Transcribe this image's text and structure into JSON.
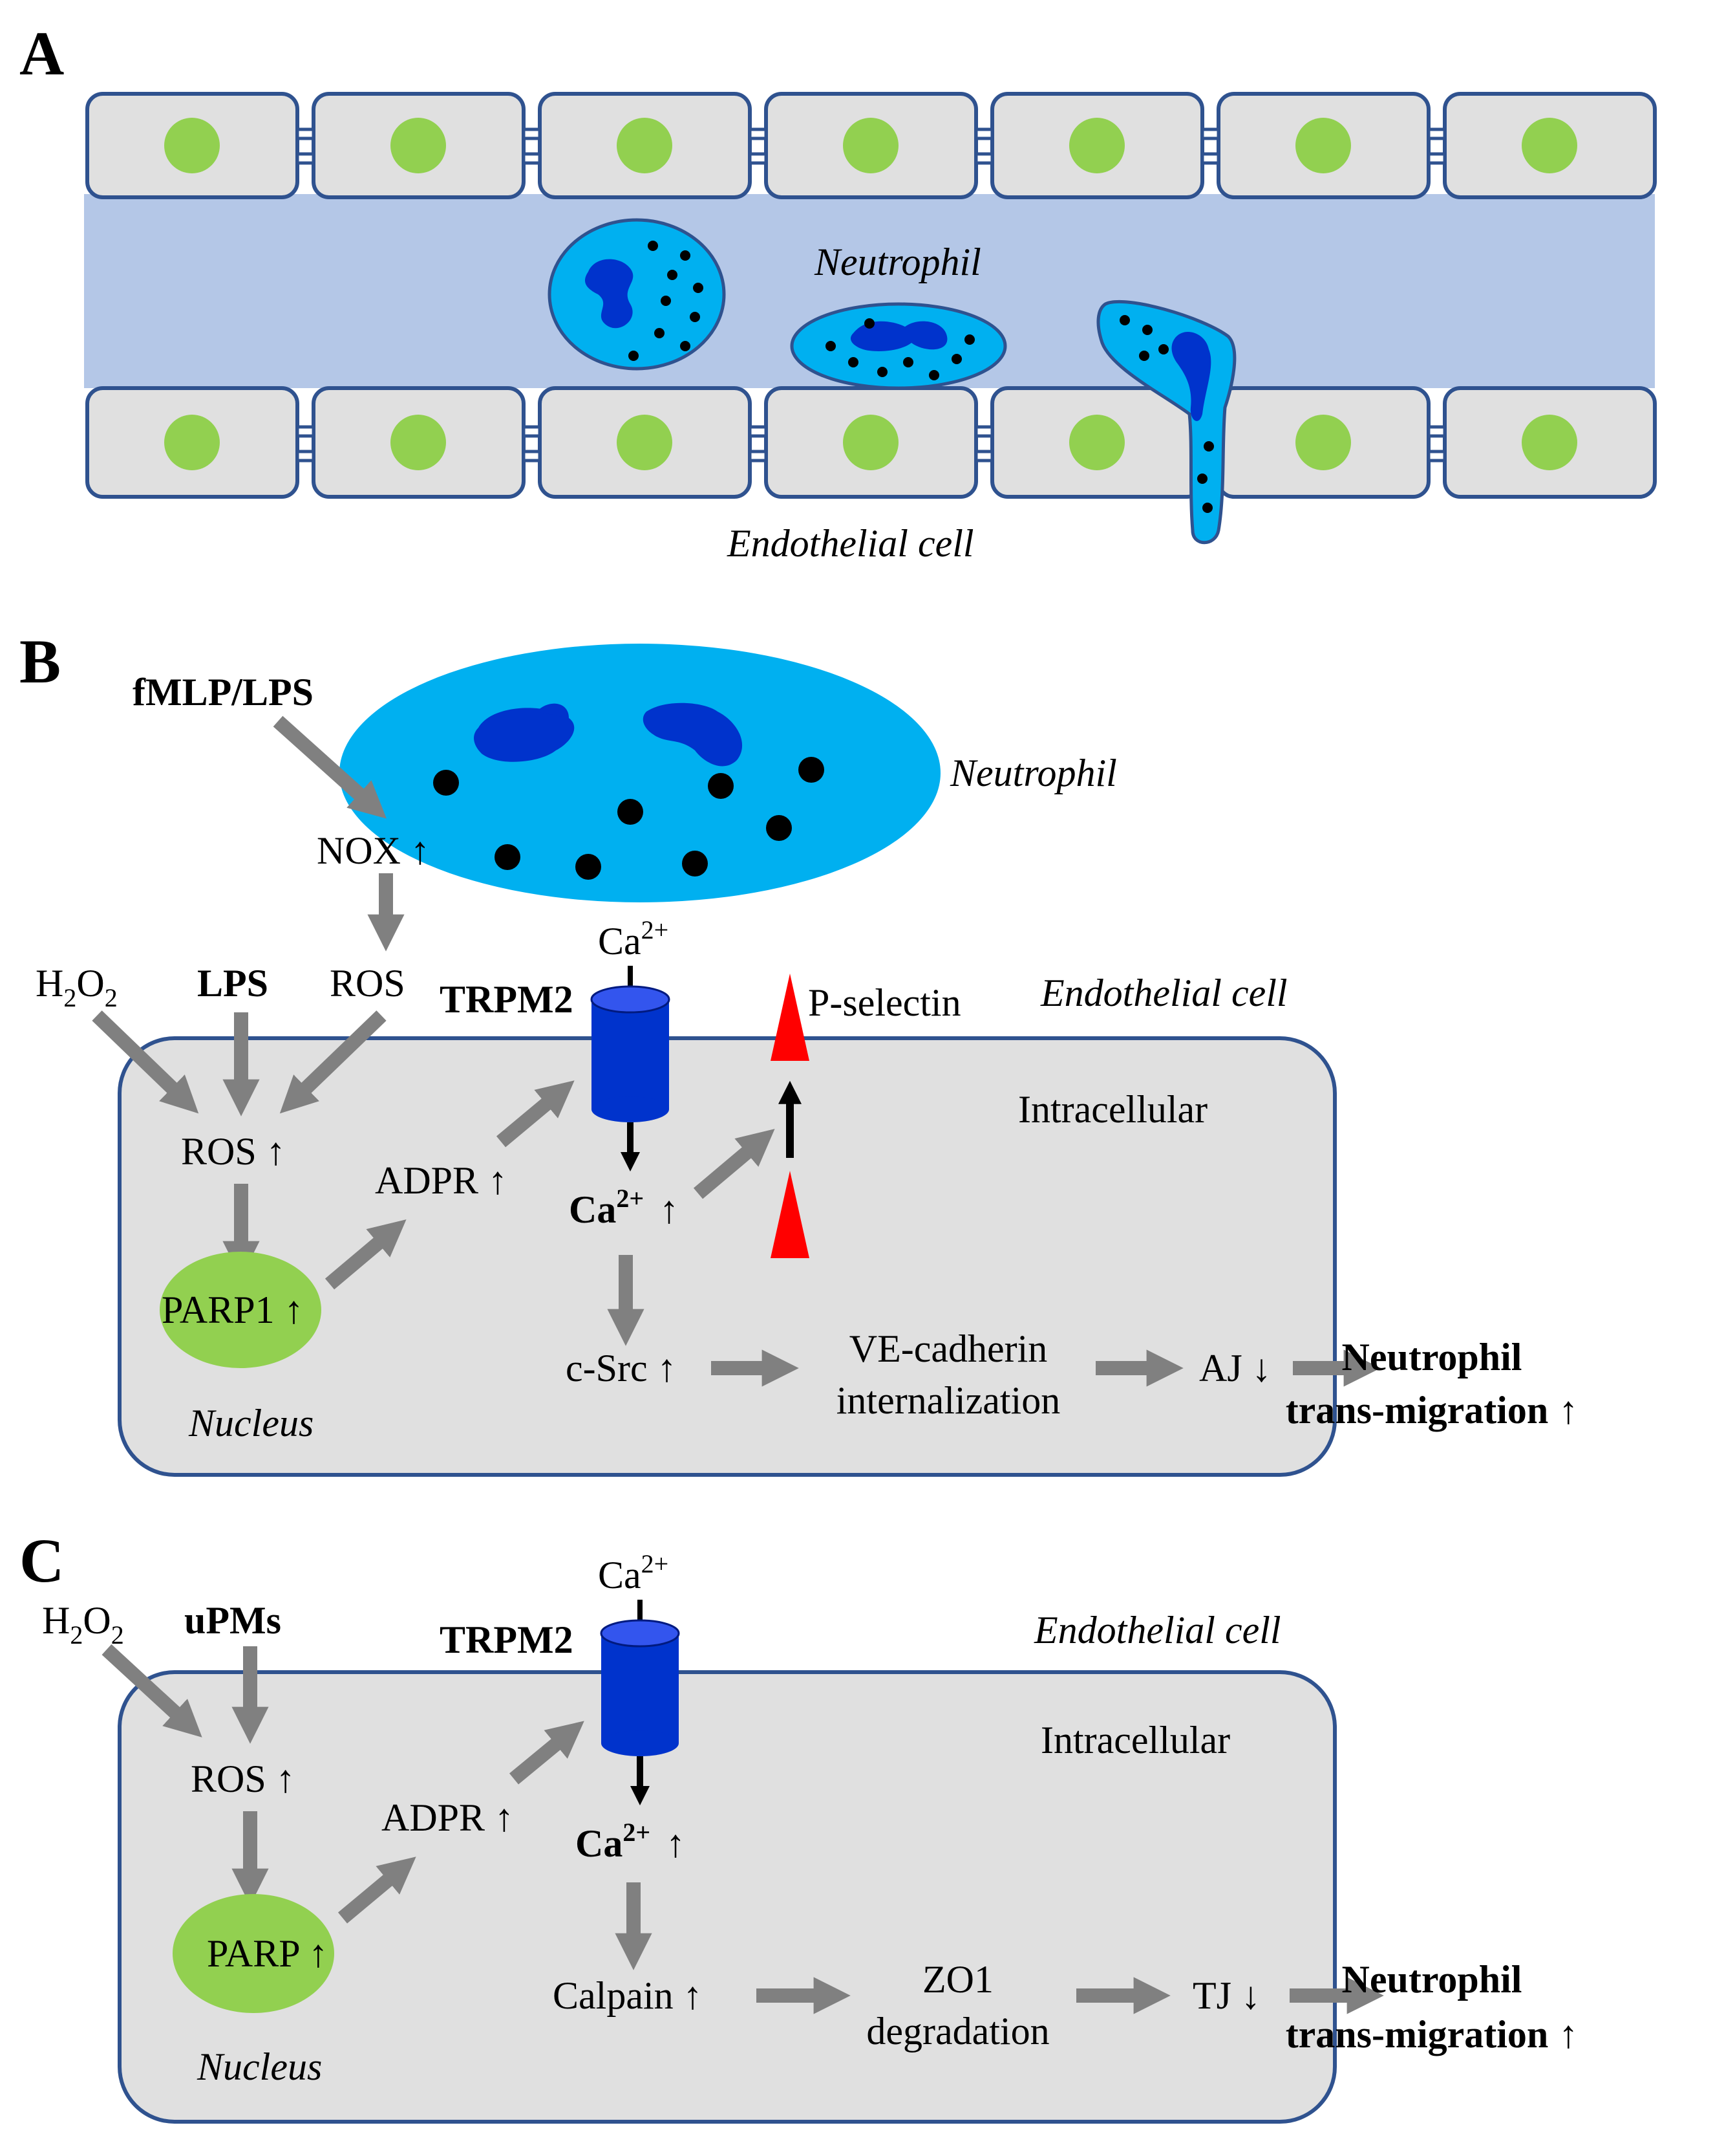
{
  "panels": [
    "A",
    "B",
    "C"
  ],
  "panel_a": {
    "neutrophil_label": "Neutrophil",
    "endothelial_label": "Endothelial cell"
  },
  "panel_b": {
    "stimulus_top": "fMLP/LPS",
    "neutrophil_label": "Neutrophil",
    "nox": "NOX ↑",
    "ros_in": "ROS",
    "h2o2": "H",
    "h2o2_sub1": "2",
    "h2o2_mid": "O",
    "h2o2_sub2": "2",
    "lps": "LPS",
    "ca_out": "Ca",
    "ca_out_sup": "2+",
    "trpm2": "TRPM2",
    "p_selectin": "P-selectin",
    "endothelial_label": "Endothelial cell",
    "intracellular": "Intracellular",
    "ros_up": "ROS ↑",
    "adpr": "ADPR ↑",
    "ca_in": "Ca",
    "ca_in_sup": "2+",
    "ca_in_arrow": "↑",
    "parp": "PARP1 ↑",
    "nucleus": "Nucleus",
    "csrc": "c-Src ↑",
    "ve_line1": "VE-cadherin",
    "ve_line2": "internalization",
    "aj": "AJ ↓",
    "out_line1": "Neutrophil",
    "out_line2": "trans-migration",
    "out_arrow": "↑"
  },
  "panel_c": {
    "h2o2": "H",
    "h2o2_sub1": "2",
    "h2o2_mid": "O",
    "h2o2_sub2": "2",
    "upms": "uPMs",
    "ca_out": "Ca",
    "ca_out_sup": "2+",
    "trpm2": "TRPM2",
    "endothelial_label": "Endothelial cell",
    "intracellular": "Intracellular",
    "ros_up": "ROS ↑",
    "adpr": "ADPR ↑",
    "ca_in": "Ca",
    "ca_in_sup": "2+",
    "ca_in_arrow": "↑",
    "parp": "PARP ↑",
    "nucleus": "Nucleus",
    "calpain": "Calpain ↑",
    "zo1_line1": "ZO1",
    "zo1_line2": "degradation",
    "tj": "TJ ↓",
    "out_line1": "Neutrophil",
    "out_line2": "trans-migration",
    "out_arrow": "↑"
  },
  "colors": {
    "endothelial_fill": "#e0e0e0",
    "endothelial_border": "#2f528f",
    "cell_nucleus_green": "#92d050",
    "vessel_lumen": "#b4c7e7",
    "neutrophil": "#00b0f0",
    "neutrophil_nucleus": "#0033cc",
    "trpm2_channel": "#0033cc",
    "p_selectin": "#ff0000",
    "arrow_gray": "#808080"
  }
}
